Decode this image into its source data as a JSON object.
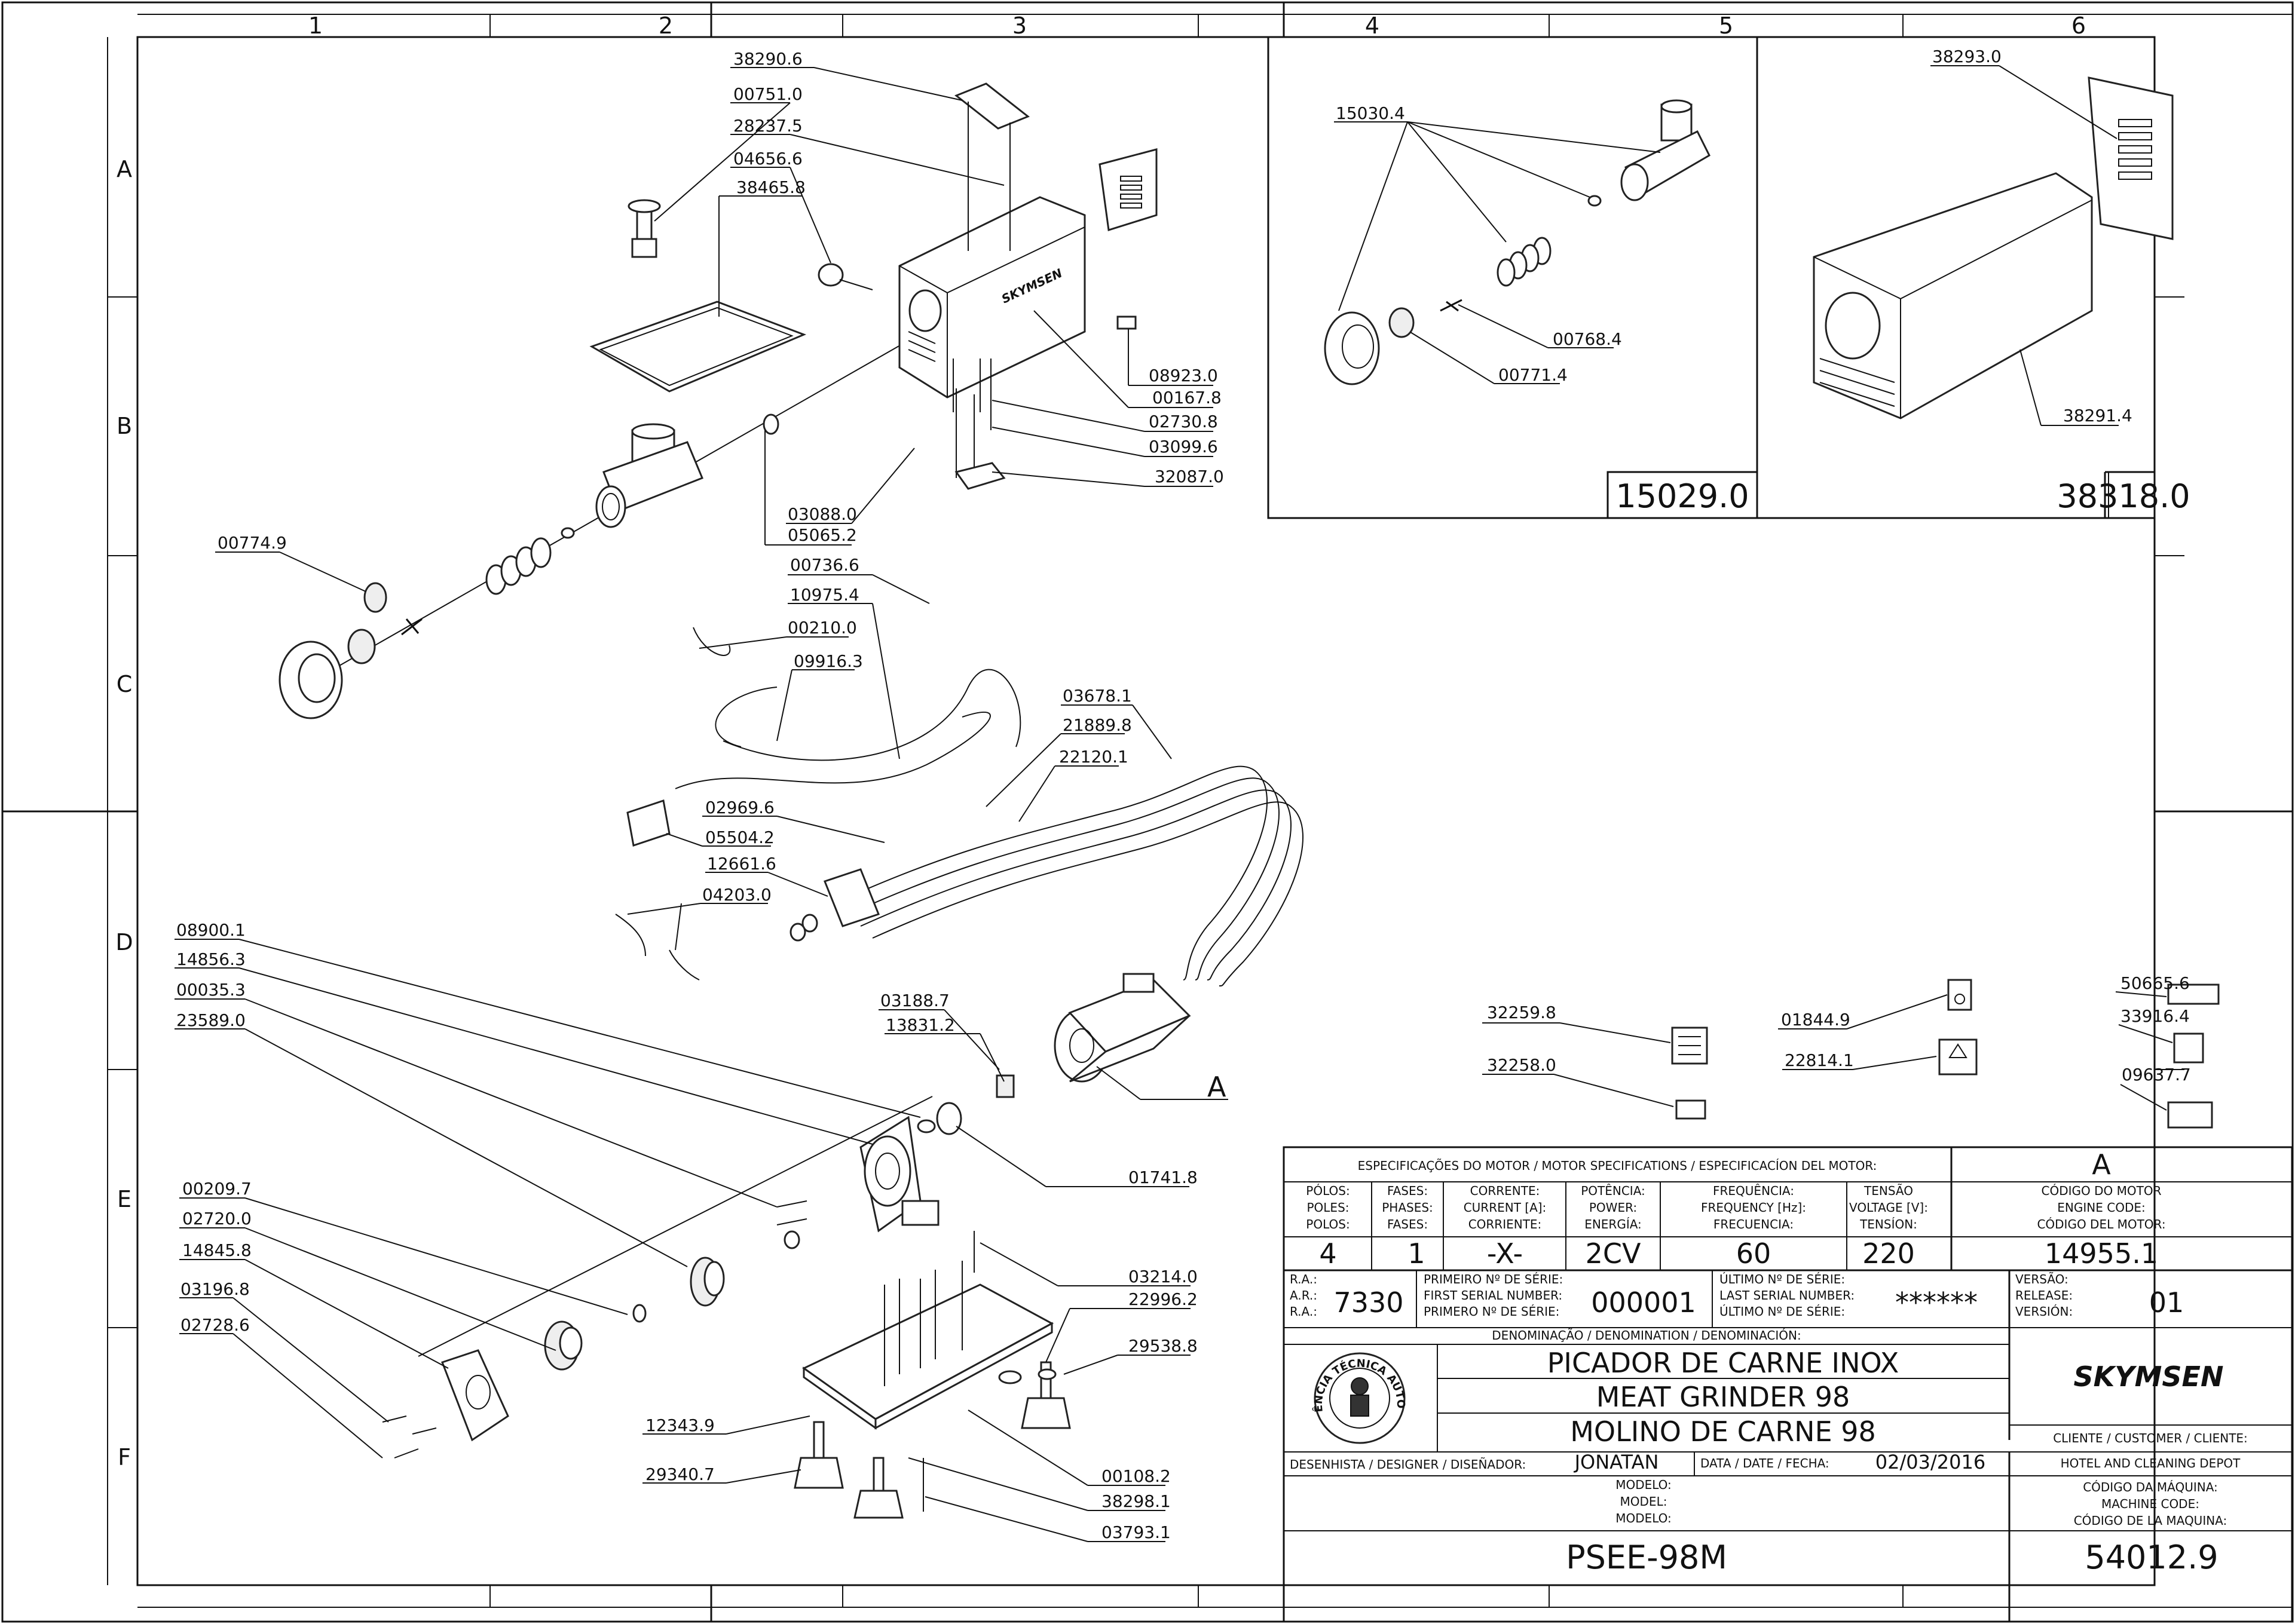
{
  "grid": {
    "columns": [
      "1",
      "2",
      "3",
      "4",
      "5",
      "6"
    ],
    "rows": [
      "A",
      "B",
      "C",
      "D",
      "E",
      "F"
    ]
  },
  "left_parts": [
    {
      "id": "p38290",
      "code": "38290.6"
    },
    {
      "id": "p00751",
      "code": "00751.0"
    },
    {
      "id": "p28237",
      "code": "28237.5"
    },
    {
      "id": "p04656",
      "code": "04656.6"
    },
    {
      "id": "p38465",
      "code": "38465.8"
    },
    {
      "id": "p08923",
      "code": "08923.0"
    },
    {
      "id": "p00167",
      "code": "00167.8"
    },
    {
      "id": "p02730",
      "code": "02730.8"
    },
    {
      "id": "p03099",
      "code": "03099.6"
    },
    {
      "id": "p32087",
      "code": "32087.0"
    },
    {
      "id": "p03088",
      "code": "03088.0"
    },
    {
      "id": "p05065",
      "code": "05065.2"
    },
    {
      "id": "p00774",
      "code": "00774.9"
    },
    {
      "id": "p00736",
      "code": "00736.6"
    },
    {
      "id": "p10975",
      "code": "10975.4"
    },
    {
      "id": "p00210",
      "code": "00210.0"
    },
    {
      "id": "p09916",
      "code": "09916.3"
    },
    {
      "id": "p03678",
      "code": "03678.1"
    },
    {
      "id": "p21889",
      "code": "21889.8"
    },
    {
      "id": "p22120",
      "code": "22120.1"
    },
    {
      "id": "p02969",
      "code": "02969.6"
    },
    {
      "id": "p05504",
      "code": "05504.2"
    },
    {
      "id": "p12661",
      "code": "12661.6"
    },
    {
      "id": "p04203",
      "code": "04203.0"
    },
    {
      "id": "p08900",
      "code": "08900.1"
    },
    {
      "id": "p14856",
      "code": "14856.3"
    },
    {
      "id": "p00035",
      "code": "00035.3"
    },
    {
      "id": "p23589",
      "code": "23589.0"
    },
    {
      "id": "p03188",
      "code": "03188.7"
    },
    {
      "id": "p13831",
      "code": "13831.2"
    },
    {
      "id": "pA",
      "code": "A"
    },
    {
      "id": "p01741",
      "code": "01741.8"
    },
    {
      "id": "p00209",
      "code": "00209.7"
    },
    {
      "id": "p02720",
      "code": "02720.0"
    },
    {
      "id": "p14845",
      "code": "14845.8"
    },
    {
      "id": "p03196",
      "code": "03196.8"
    },
    {
      "id": "p02728",
      "code": "02728.6"
    },
    {
      "id": "p03214",
      "code": "03214.0"
    },
    {
      "id": "p22996",
      "code": "22996.2"
    },
    {
      "id": "p29538",
      "code": "29538.8"
    },
    {
      "id": "p12343",
      "code": "12343.9"
    },
    {
      "id": "p29340",
      "code": "29340.7"
    },
    {
      "id": "p00108",
      "code": "00108.2"
    },
    {
      "id": "p38298",
      "code": "38298.1"
    },
    {
      "id": "p03793",
      "code": "03793.1"
    }
  ],
  "kit_15029": {
    "kit_code": "15029.0",
    "parts": [
      {
        "id": "p15030",
        "code": "15030.4"
      },
      {
        "id": "p00768",
        "code": "00768.4"
      },
      {
        "id": "p00771",
        "code": "00771.4"
      }
    ]
  },
  "kit_38318": {
    "kit_code": "38318.0",
    "parts": [
      {
        "id": "p38293",
        "code": "38293.0"
      },
      {
        "id": "p38291",
        "code": "38291.4"
      }
    ]
  },
  "label_parts": [
    {
      "id": "p32259",
      "code": "32259.8"
    },
    {
      "id": "p32258",
      "code": "32258.0"
    },
    {
      "id": "p01844",
      "code": "01844.9"
    },
    {
      "id": "p22814",
      "code": "22814.1"
    },
    {
      "id": "p50665",
      "code": "50665.6"
    },
    {
      "id": "p33916",
      "code": "33916.4"
    },
    {
      "id": "p09637",
      "code": "09637.7"
    }
  ],
  "motor_spec": {
    "header": "ESPECIFICAÇÕES DO MOTOR / MOTOR SPECIFICATIONS / ESPECIFICACÍON DEL MOTOR:",
    "column_letter": "A",
    "columns": [
      {
        "lines": [
          "PÓLOS:",
          "POLES:",
          "POLOS:"
        ],
        "value": "4"
      },
      {
        "lines": [
          "FASES:",
          "PHASES:",
          "FASES:"
        ],
        "value": "1"
      },
      {
        "lines": [
          "CORRENTE:",
          "CURRENT [A]:",
          "CORRIENTE:"
        ],
        "value": "-X-"
      },
      {
        "lines": [
          "POTÊNCIA:",
          "POWER:",
          "ENERGÍA:"
        ],
        "value": "2CV"
      },
      {
        "lines": [
          "FREQUÊNCIA:",
          "FREQUENCY [Hz]:",
          "FRECUENCIA:"
        ],
        "value": "60"
      },
      {
        "lines": [
          "TENSÃO",
          "VOLTAGE [V]:",
          "TENSÍON:"
        ],
        "value": "220"
      }
    ],
    "engine_code_lines": [
      "CÓDIGO DO MOTOR",
      "ENGINE CODE:",
      "CÓDIGO DEL MOTOR:"
    ],
    "engine_code": "14955.1"
  },
  "title_block": {
    "ra_lines": [
      "R.A.:",
      "A.R.:",
      "R.A.:"
    ],
    "ra_value": "7330",
    "first_serial_lines": [
      "PRIMEIRO Nº DE SÉRIE:",
      "FIRST SERIAL NUMBER:",
      "PRIMERO Nº DE SÉRIE:"
    ],
    "first_serial": "000001",
    "last_serial_lines": [
      "ÚLTIMO Nº DE SÉRIE:",
      "LAST SERIAL NUMBER:",
      "ÚLTIMO Nº DE SÉRIE:"
    ],
    "last_serial": "******",
    "version_lines": [
      "VERSÃO:",
      "RELEASE:",
      "VERSIÓN:"
    ],
    "version": "01",
    "denomination_header": "DENOMINAÇÃO / DENOMINATION / DENOMINACIÓN:",
    "names": [
      "PICADOR DE CARNE INOX",
      "MEAT GRINDER 98",
      "MOLINO DE CARNE 98"
    ],
    "brand": "SKYMSEN",
    "stamp_text": "ASSISTÊNCIA TÉCNICA AUTORIZADA",
    "client_header": "CLIENTE / CUSTOMER / CLIENTE:",
    "client": "HOTEL AND CLEANING DEPOT",
    "designer_label": "DESENHISTA / DESIGNER / DISEÑADOR:",
    "designer": "JONATAN",
    "date_label": "DATA / DATE / FECHA:",
    "date": "02/03/2016",
    "model_lines": [
      "MODELO:",
      "MODEL:",
      "MODELO:"
    ],
    "machine_code_lines": [
      "CÓDIGO DA MÁQUINA:",
      "MACHINE CODE:",
      "CÓDIGO DE LA MAQUINA:"
    ],
    "model": "PSEE-98M",
    "machine_code": "54012.9"
  }
}
